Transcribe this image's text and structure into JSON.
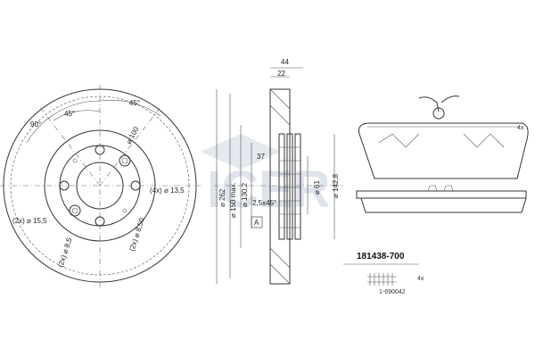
{
  "watermark": "ICER",
  "disc_front": {
    "angle_90": "90°",
    "angle_45_left": "45°",
    "angle_45_right": "45°",
    "d100": "⌀ 100",
    "holes_4x": "(4x) ⌀ 13,5",
    "holes_2x": "(2x) ⌀ 15,5",
    "d85": "(2x) ⌀ 8,5",
    "d850": "(2x) ⌀ 8,50"
  },
  "disc_side": {
    "w44": "44",
    "w22": "22",
    "d37": "37",
    "d262": "⌀ 262",
    "d150": "⌀ 150 max.",
    "d1302": "⌀ 130,2",
    "d61": "⌀ 61",
    "d1428": "⌀ 142,8",
    "chamfer": "2,5x45°",
    "view_label": "A"
  },
  "pads": {
    "qty": "4x"
  },
  "part_number": "181438-700",
  "accessory": {
    "qty": "4x",
    "code": "1-690042"
  }
}
